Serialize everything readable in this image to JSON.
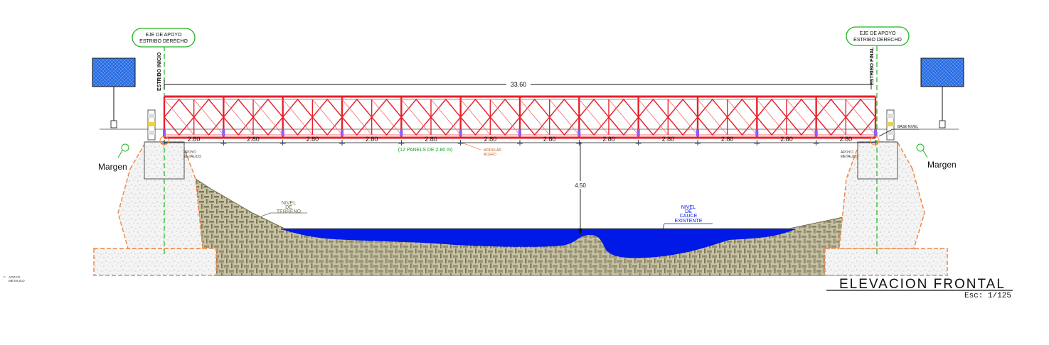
{
  "labels": {
    "axis_left": [
      "EJE DE APOYO",
      "ESTRIBO DERECHO"
    ],
    "axis_right": [
      "EJE DE APOYO",
      "ESTRIBO DERECHO"
    ],
    "estribo_left": "ESTRIBO INICIO",
    "estribo_right": "ESTRIBO FINAL",
    "total_span": "33.60",
    "panel_length": "2.80",
    "panels_note": "(12 PANELS DE 2.80 m)",
    "modular_note": [
      "MODULAR",
      "ACERO"
    ],
    "clearance": "4.50",
    "margen_left": "Margen",
    "margen_right": "Margen",
    "nivel_terreno": [
      "NIVEL",
      "DE",
      "TERRENO"
    ],
    "nivel_cauce": [
      "NIVEL",
      "DE",
      "CAUCE",
      "EXISTENTE"
    ],
    "apoyo_left": [
      "APOYO",
      "METALICO"
    ],
    "apoyo_right": [
      "APOYO",
      "METALICO"
    ],
    "bank_level": "BASE NIVEL",
    "legend_label": [
      "APOYO",
      "METALICO"
    ],
    "title": "ELEVACION FRONTAL",
    "scale": "Esc: 1/125"
  },
  "truss": {
    "panels": 12
  },
  "colors": {
    "truss": "#e8202a",
    "truss_light": "#f26b6b",
    "water": "#0019e6",
    "concrete": "#ee8a4d",
    "soil": "#a7a07a",
    "axis": "#1db51d",
    "signboard": "#2a6de0",
    "dimension": "#0a0a0a"
  }
}
